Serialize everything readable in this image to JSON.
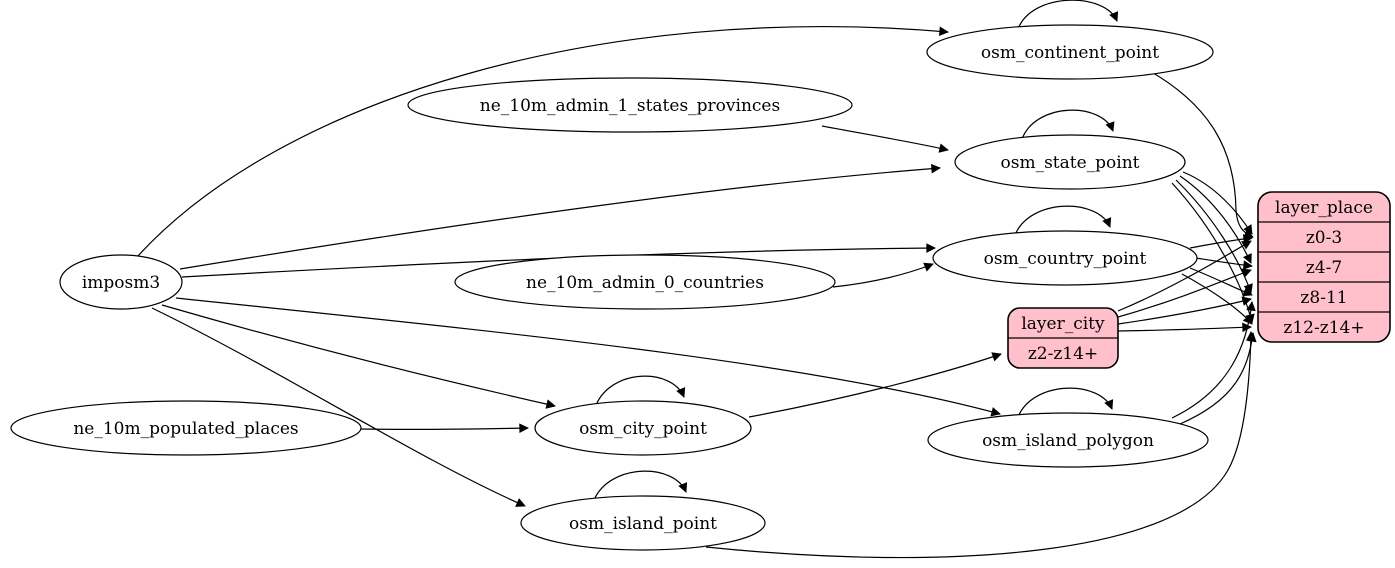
{
  "diagram": {
    "kind": "etl-graph",
    "colors": {
      "layer_fill": "#ffc0cb",
      "table_fill": "#ffffff",
      "stroke": "#000000",
      "background": "#ffffff"
    },
    "nodes": {
      "imposm3": {
        "label": "imposm3"
      },
      "ne_10m_admin_1_states_provinces": {
        "label": "ne_10m_admin_1_states_provinces"
      },
      "ne_10m_admin_0_countries": {
        "label": "ne_10m_admin_0_countries"
      },
      "ne_10m_populated_places": {
        "label": "ne_10m_populated_places"
      },
      "osm_continent_point": {
        "label": "osm_continent_point"
      },
      "osm_state_point": {
        "label": "osm_state_point"
      },
      "osm_country_point": {
        "label": "osm_country_point"
      },
      "osm_city_point": {
        "label": "osm_city_point"
      },
      "osm_island_polygon": {
        "label": "osm_island_polygon"
      },
      "osm_island_point": {
        "label": "osm_island_point"
      }
    },
    "records": {
      "layer_city": {
        "title": "layer_city",
        "rows": [
          "z2-z14+"
        ]
      },
      "layer_place": {
        "title": "layer_place",
        "rows": [
          "z0-3",
          "z4-7",
          "z8-11",
          "z12-z14+"
        ]
      }
    },
    "edges": [
      {
        "from": "imposm3",
        "to": "osm_continent_point"
      },
      {
        "from": "imposm3",
        "to": "osm_state_point"
      },
      {
        "from": "imposm3",
        "to": "osm_country_point"
      },
      {
        "from": "imposm3",
        "to": "osm_city_point"
      },
      {
        "from": "imposm3",
        "to": "osm_island_polygon"
      },
      {
        "from": "imposm3",
        "to": "osm_island_point"
      },
      {
        "from": "ne_10m_admin_1_states_provinces",
        "to": "osm_state_point"
      },
      {
        "from": "ne_10m_admin_0_countries",
        "to": "osm_country_point"
      },
      {
        "from": "ne_10m_populated_places",
        "to": "osm_city_point"
      },
      {
        "from": "osm_continent_point",
        "to": "osm_continent_point"
      },
      {
        "from": "osm_state_point",
        "to": "osm_state_point"
      },
      {
        "from": "osm_country_point",
        "to": "osm_country_point"
      },
      {
        "from": "osm_city_point",
        "to": "osm_city_point"
      },
      {
        "from": "osm_island_polygon",
        "to": "osm_island_polygon"
      },
      {
        "from": "osm_island_point",
        "to": "osm_island_point"
      },
      {
        "from": "osm_city_point",
        "to": "layer_city:z2-z14+"
      },
      {
        "from": "osm_continent_point",
        "to": "layer_place:z0-3"
      },
      {
        "from": "osm_state_point",
        "to": "layer_place:z0-3"
      },
      {
        "from": "osm_state_point",
        "to": "layer_place:z4-7"
      },
      {
        "from": "osm_state_point",
        "to": "layer_place:z8-11"
      },
      {
        "from": "osm_state_point",
        "to": "layer_place:z12-z14+"
      },
      {
        "from": "osm_country_point",
        "to": "layer_place:z0-3"
      },
      {
        "from": "osm_country_point",
        "to": "layer_place:z4-7"
      },
      {
        "from": "osm_country_point",
        "to": "layer_place:z8-11"
      },
      {
        "from": "osm_country_point",
        "to": "layer_place:z12-z14+"
      },
      {
        "from": "osm_island_polygon",
        "to": "layer_place:z8-11"
      },
      {
        "from": "osm_island_polygon",
        "to": "layer_place:z12-z14+"
      },
      {
        "from": "osm_island_point",
        "to": "layer_place:z12-z14+"
      },
      {
        "from": "layer_city",
        "to": "layer_place:z0-3"
      },
      {
        "from": "layer_city",
        "to": "layer_place:z4-7"
      },
      {
        "from": "layer_city",
        "to": "layer_place:z8-11"
      },
      {
        "from": "layer_city",
        "to": "layer_place:z12-z14+"
      }
    ]
  }
}
